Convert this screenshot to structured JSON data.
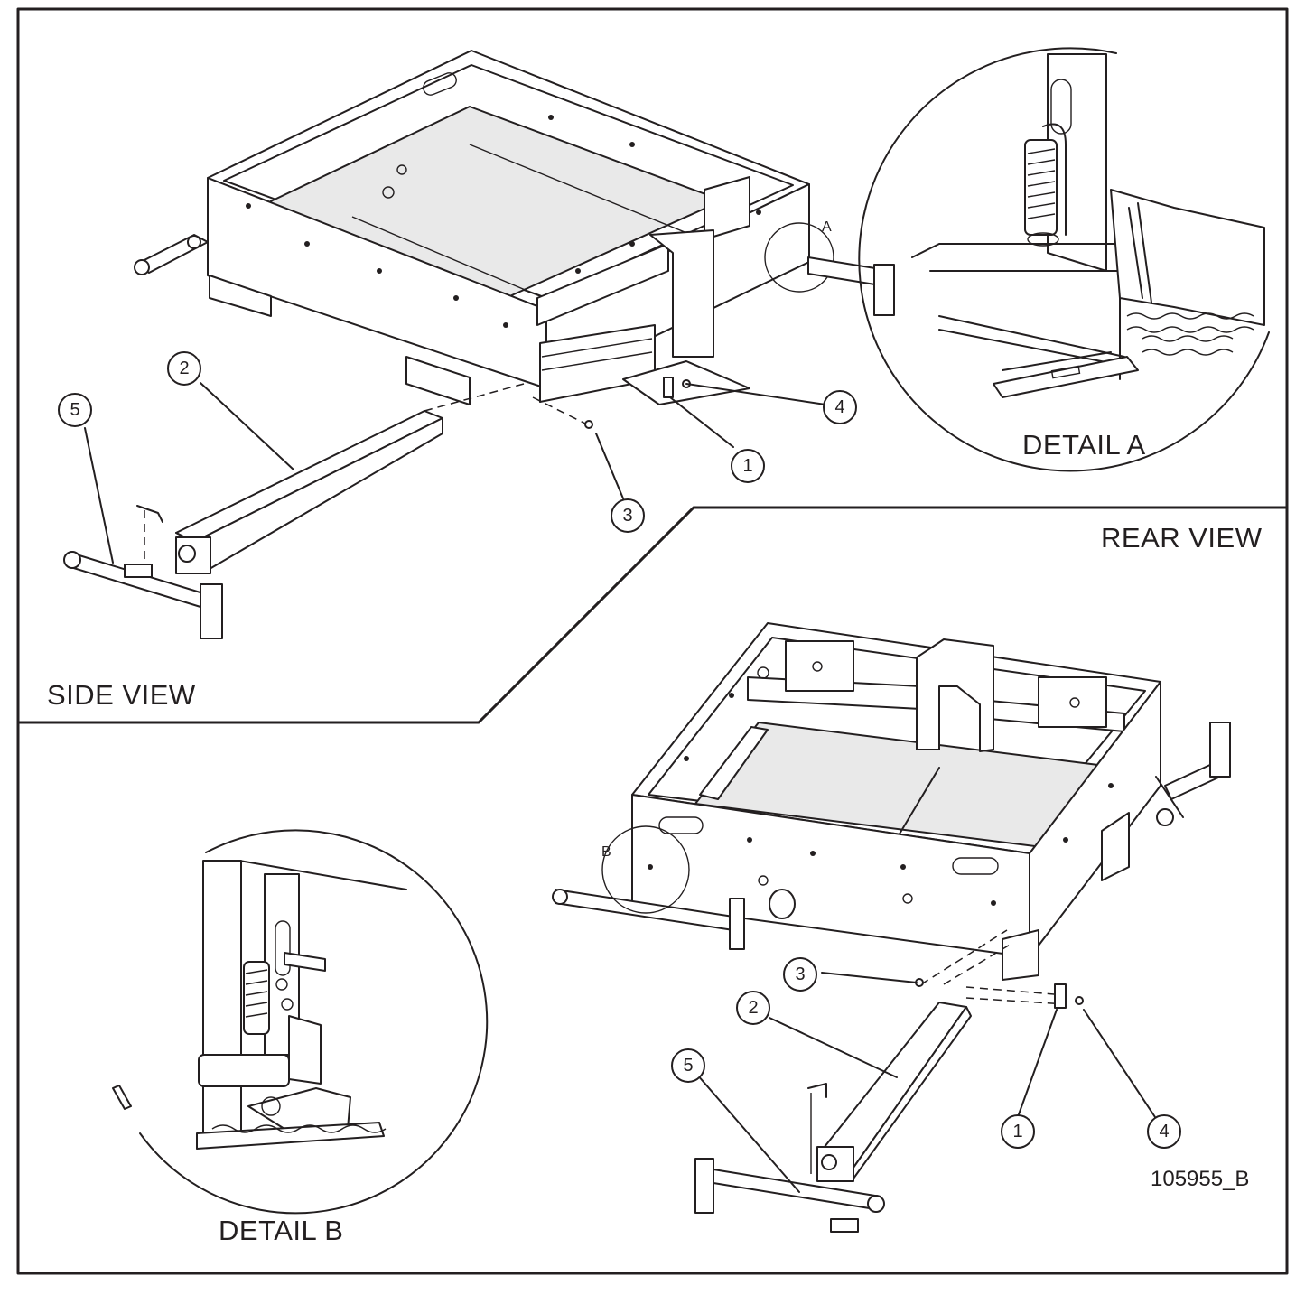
{
  "views": {
    "side": {
      "label": "SIDE VIEW"
    },
    "rear": {
      "label": "REAR VIEW"
    },
    "detail_a": {
      "label": "DETAIL A",
      "marker": "A"
    },
    "detail_b": {
      "label": "DETAIL B",
      "marker": "B"
    }
  },
  "callouts": {
    "side": {
      "c1": "1",
      "c2": "2",
      "c3": "3",
      "c4": "4",
      "c5": "5"
    },
    "rear": {
      "c1": "1",
      "c2": "2",
      "c3": "3",
      "c4": "4",
      "c5": "5"
    }
  },
  "document_number": "105955_B"
}
